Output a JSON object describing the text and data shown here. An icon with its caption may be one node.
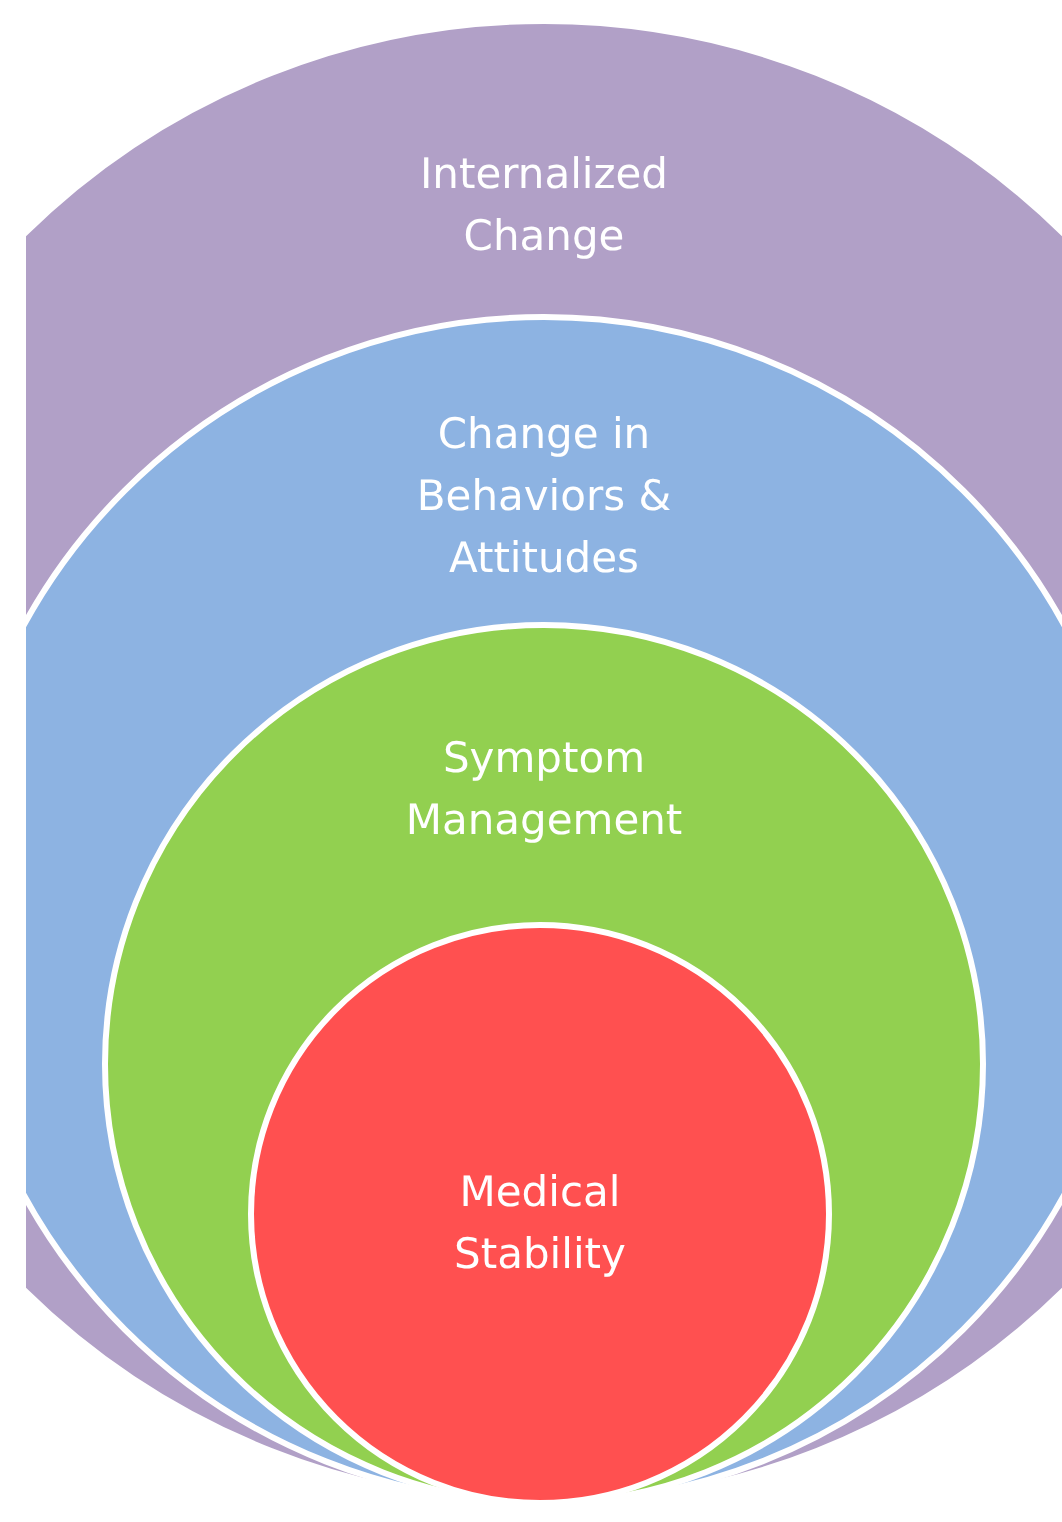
{
  "diagram": {
    "nodes": [
      {
        "text": [
          "Internalized Change"
        ]
      },
      {
        "text": [
          "Change in Behaviors & Attitudes"
        ],
        "in": 0
      },
      {
        "text": [
          "Symptom Management"
        ],
        "in": 1
      },
      {
        "text": [
          "Medical Stability"
        ],
        "in": 2
      }
    ]
  }
}
